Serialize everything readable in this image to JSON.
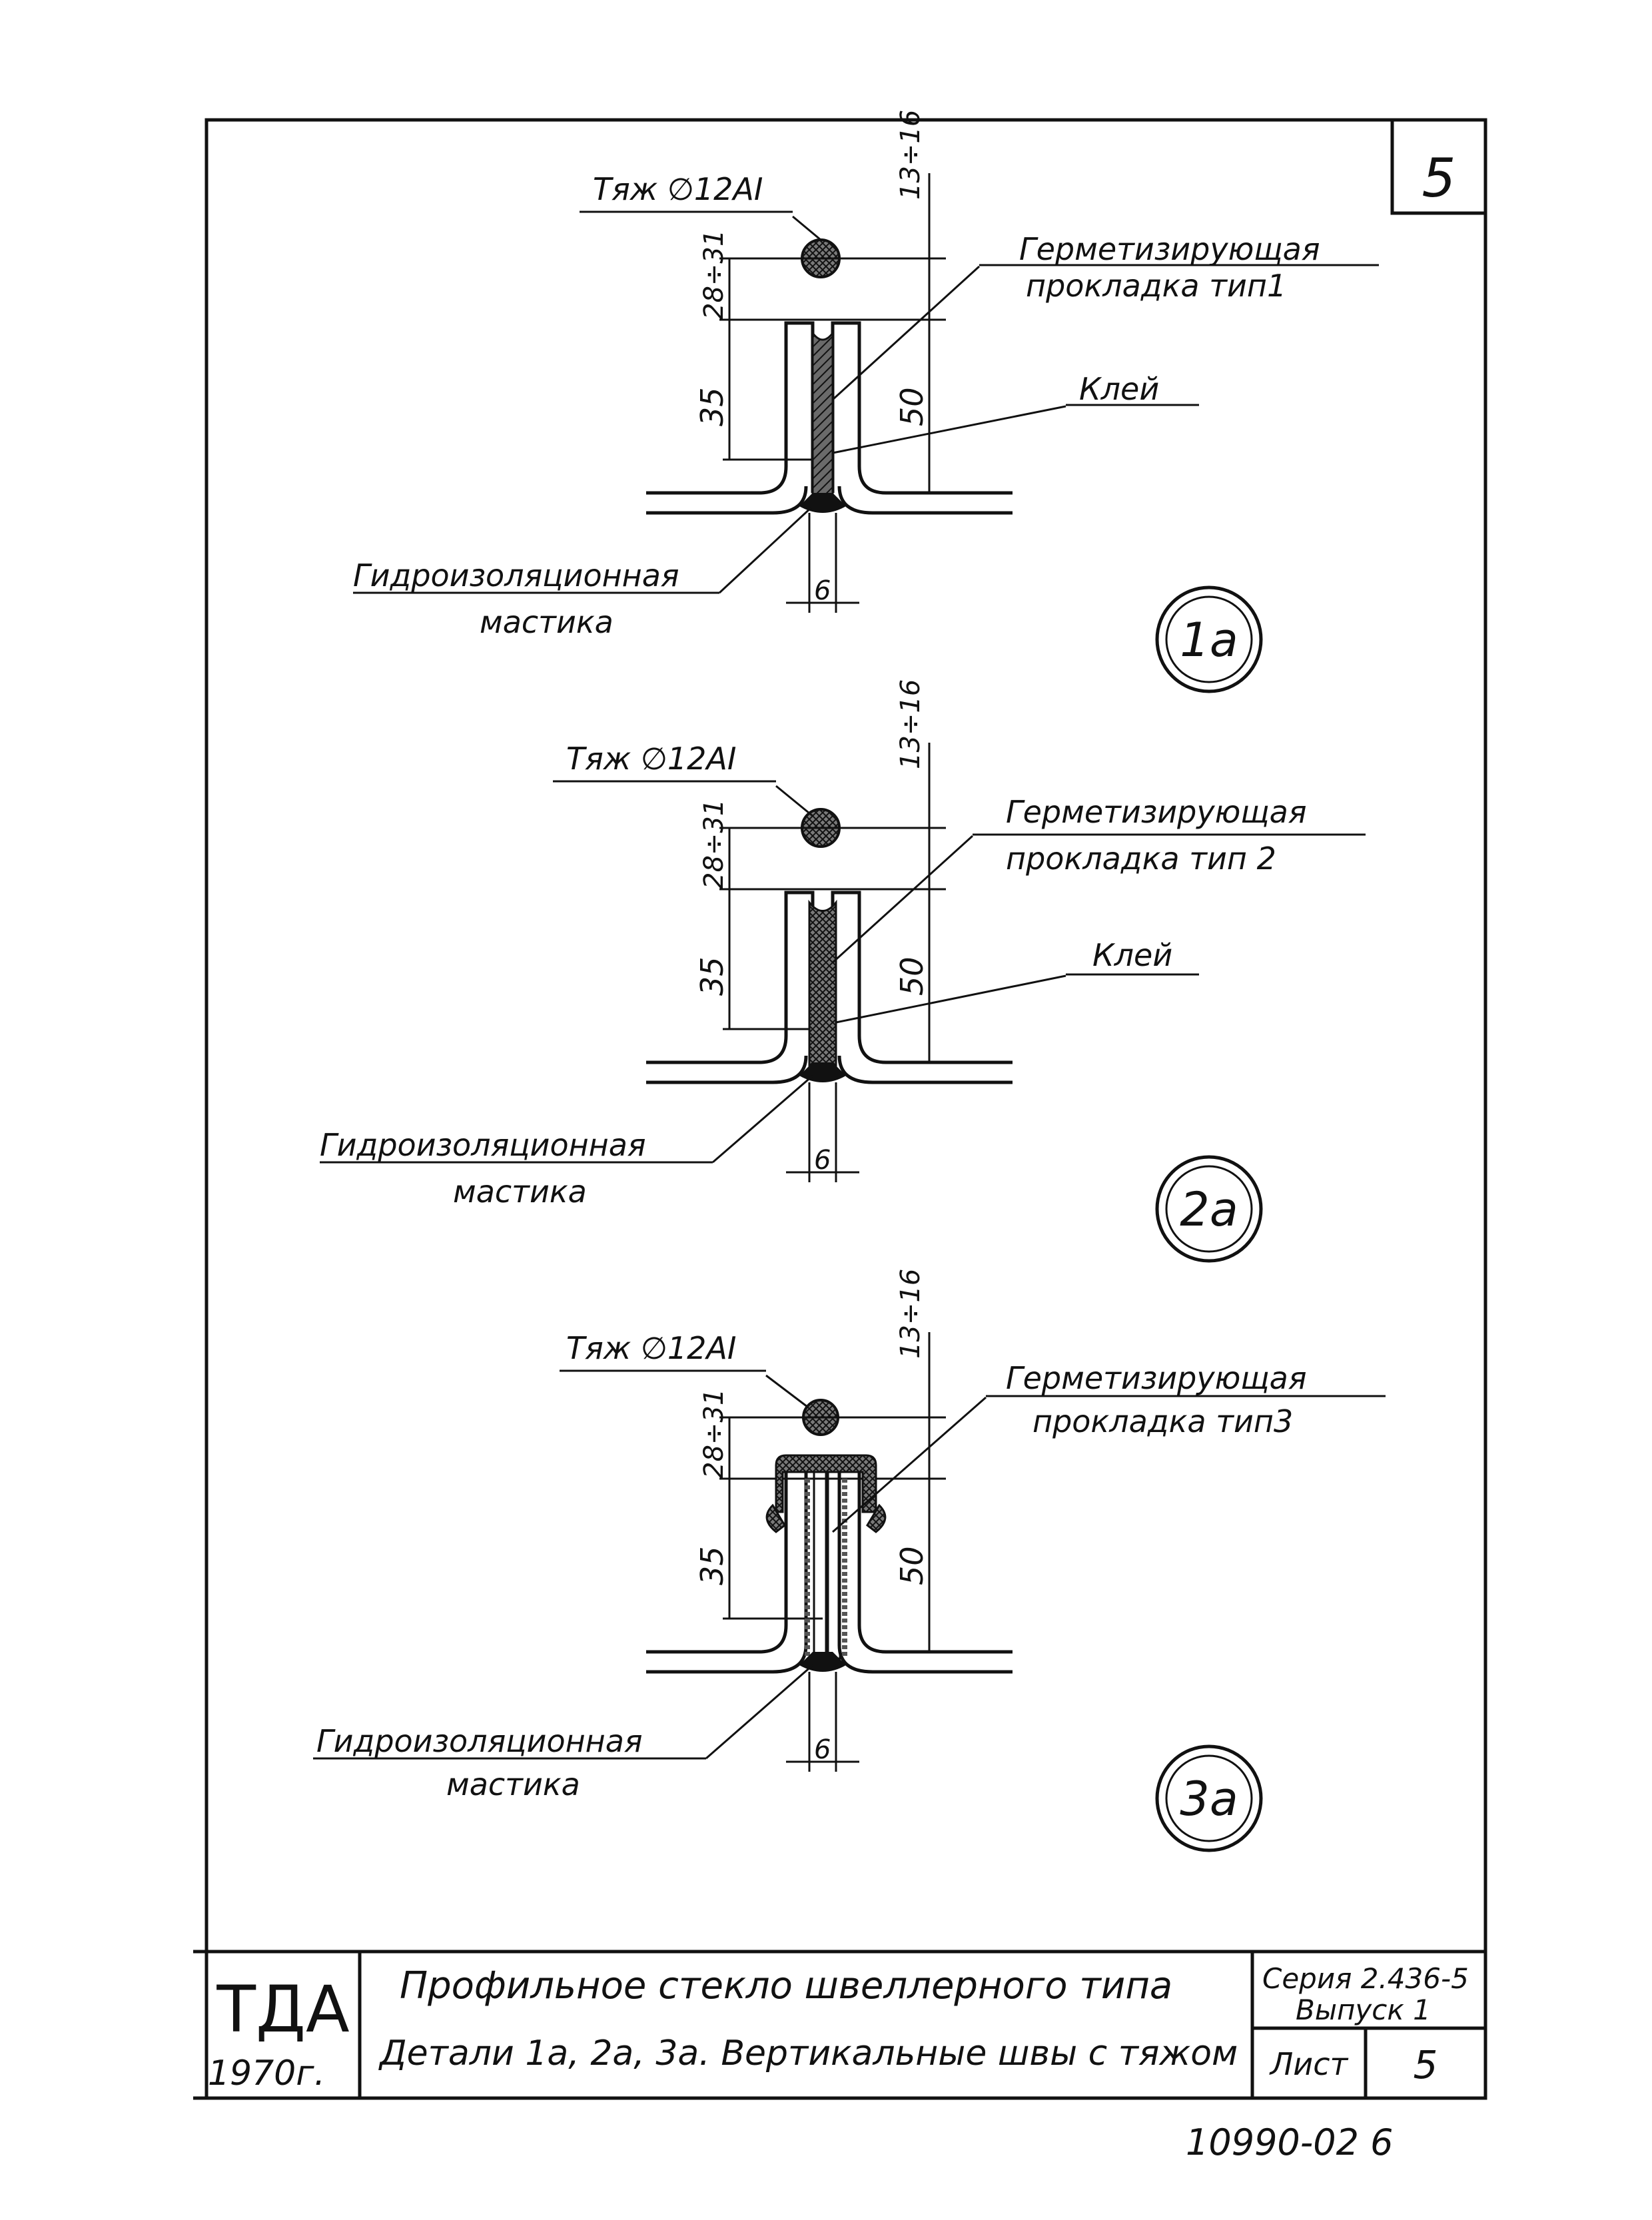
{
  "sheet_corner_number": "5",
  "details": [
    {
      "id": "1a",
      "marker": "1a",
      "rod_label": "Тяж ∅12AI",
      "gasket_label_line1": "Герметизирующая",
      "gasket_label_line2": "прокладка тип1",
      "glue_label": "Клей",
      "mastic_line1": "Гидроизоляционная",
      "mastic_line2": "мастика",
      "dim_top_right": "13÷16",
      "dim_left_upper": "28÷31",
      "dim_left_lower": "35",
      "dim_right": "50",
      "dim_bottom": "6"
    },
    {
      "id": "2a",
      "marker": "2a",
      "rod_label": "Тяж ∅12AI",
      "gasket_label_line1": "Герметизирующая",
      "gasket_label_line2": "прокладка тип 2",
      "glue_label": "Клей",
      "mastic_line1": "Гидроизоляционная",
      "mastic_line2": "мастика",
      "dim_top_right": "13÷16",
      "dim_left_upper": "28÷31",
      "dim_left_lower": "35",
      "dim_right": "50",
      "dim_bottom": "6"
    },
    {
      "id": "3a",
      "marker": "3a",
      "rod_label": "Тяж ∅12AI",
      "gasket_label_line1": "Герметизирующая",
      "gasket_label_line2": "прокладка тип3",
      "mastic_line1": "Гидроизоляционная",
      "mastic_line2": "мастика",
      "dim_top_right": "13÷16",
      "dim_left_upper": "28÷31",
      "dim_left_lower": "35",
      "dim_right": "50",
      "dim_bottom": "6"
    }
  ],
  "title_block": {
    "org": "ТДА",
    "year": "1970г.",
    "title_line1": "Профильное стекло швеллерного типа",
    "title_line2": "Детали 1а, 2а, 3а. Вертикальные швы с тяжом",
    "series_line1": "Серия 2.436-5",
    "series_line2": "Выпуск 1",
    "sheet_label": "Лист",
    "sheet_number": "5"
  },
  "footer_code": "10990-02   6",
  "colors": {
    "ink": "#111111",
    "paper": "#ffffff"
  }
}
